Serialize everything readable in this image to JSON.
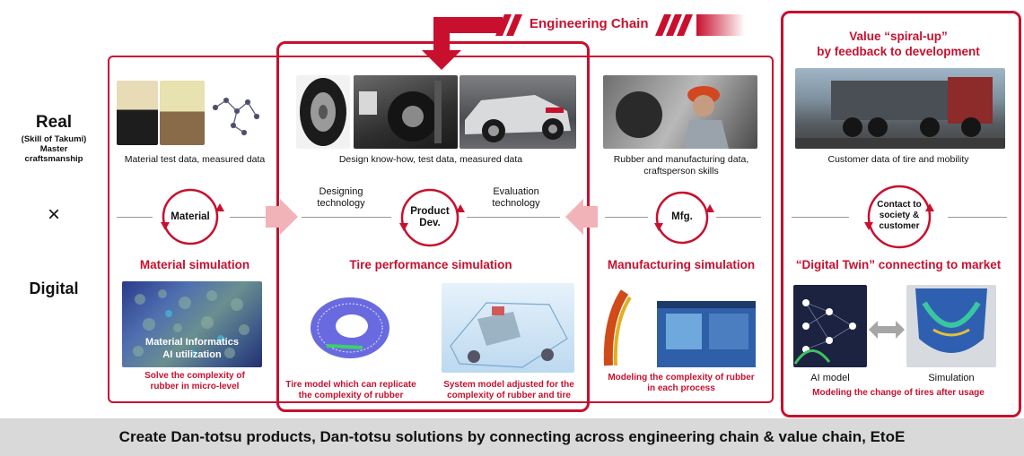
{
  "top_banner": {
    "title": "Engineering Chain"
  },
  "left_labels": {
    "real_title": "Real",
    "real_sub": "(Skill of Takumi)\nMaster\ncraftsmanship",
    "cross": "×",
    "digital": "Digital"
  },
  "material": {
    "photo_caption": "Material test data, measured data",
    "cycle_label": "Material",
    "sim_title": "Material simulation",
    "image_overlay_line1": "Material Informatics",
    "image_overlay_line2": "AI utilization",
    "bottom_caption": "Solve the complexity of\nrubber in micro-level"
  },
  "product": {
    "photo_caption": "Design know-how, test data, measured data",
    "left_note": "Designing\ntechnology",
    "right_note": "Evaluation\ntechnology",
    "cycle_label": "Product\nDev.",
    "sim_title": "Tire performance simulation",
    "caption_left": "Tire model which can replicate\nthe complexity of rubber",
    "caption_right": "System model adjusted for the\ncomplexity of rubber and tire"
  },
  "manufacturing": {
    "photo_caption": "Rubber and manufacturing data,\ncraftsperson skills",
    "cycle_label": "Mfg.",
    "sim_title": "Manufacturing simulation",
    "bottom_caption": "Modeling the complexity of rubber\nin each process"
  },
  "value": {
    "title": "Value “spiral-up”\nby feedback to development",
    "photo_caption": "Customer data of tire and mobility",
    "cycle_label": "Contact to\nsociety &\ncustomer",
    "sim_title": "“Digital Twin” connecting to market",
    "ai_label": "AI model",
    "simulation_label": "Simulation",
    "bottom_caption": "Modeling the change of tires after usage"
  },
  "footer": {
    "text": "Create Dan-totsu products, Dan-totsu solutions by connecting across engineering chain & value chain, EtoE"
  },
  "colors": {
    "accent": "#c8102e",
    "arrow_pink": "#f2b3b8",
    "footer_bg": "#d9d9d9"
  }
}
